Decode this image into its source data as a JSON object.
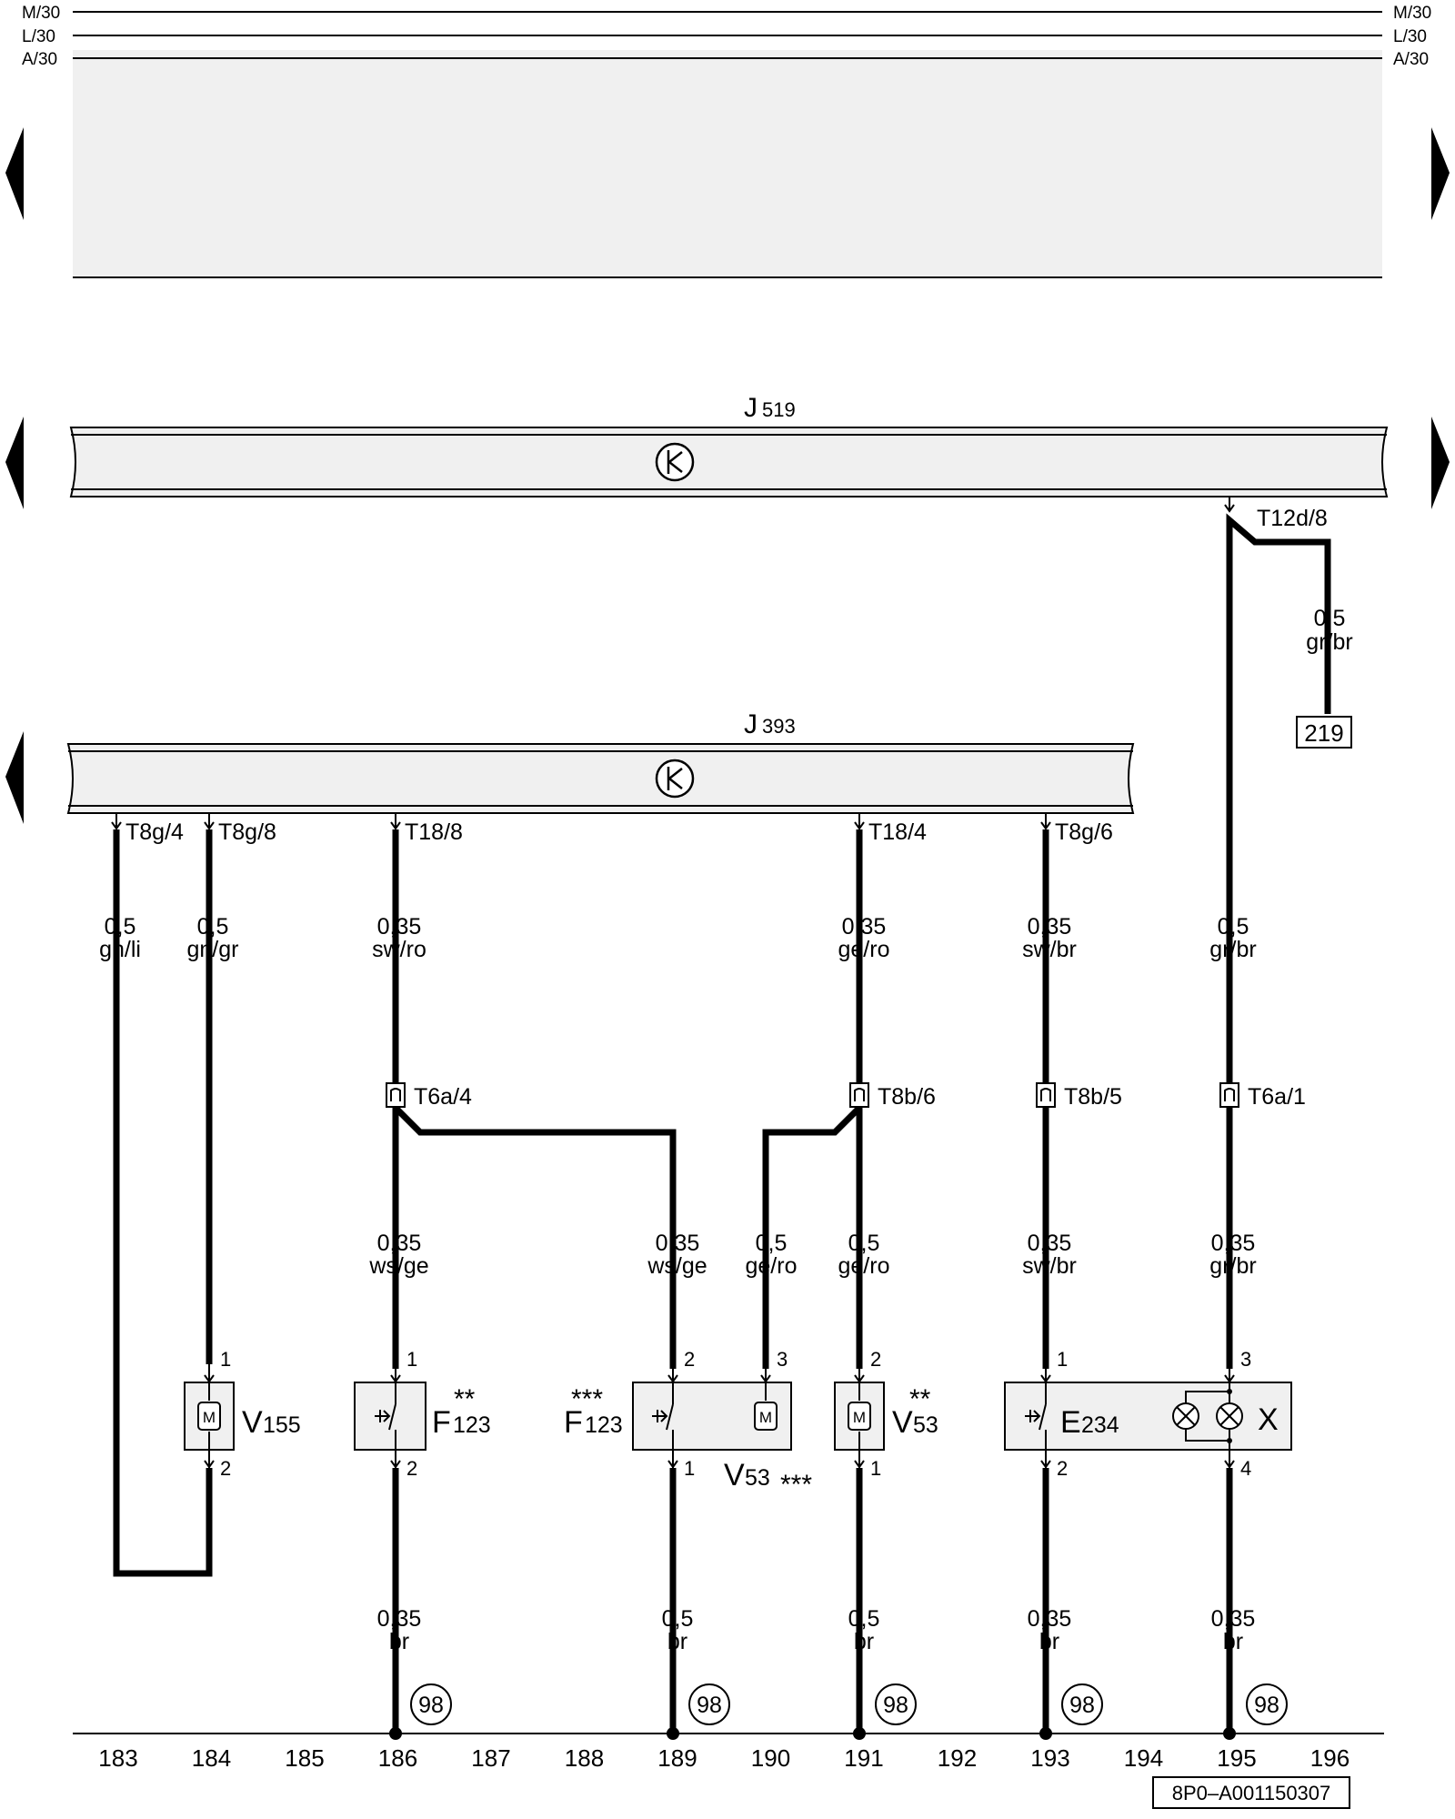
{
  "rails": [
    {
      "name": "M/30"
    },
    {
      "name": "L/30"
    },
    {
      "name": "A/30"
    }
  ],
  "modules": {
    "j519": {
      "letter": "J",
      "number": "519"
    },
    "j393": {
      "letter": "J",
      "number": "393"
    }
  },
  "connectors": {
    "t12d_8": "T12d/8",
    "t8g_4": "T8g/4",
    "t8g_8": "T8g/8",
    "t18_8": "T18/8",
    "t18_4": "T18/4",
    "t8g_6": "T8g/6",
    "t6a_4": "T6a/4",
    "t8b_6": "T8b/6",
    "t8b_5": "T8b/5",
    "t6a_1": "T6a/1"
  },
  "wires": {
    "w219": {
      "size": "0,5",
      "color": "gr/br"
    },
    "w183": {
      "size": "0,5",
      "color": "gn/li"
    },
    "w184": {
      "size": "0,5",
      "color": "gn/gr"
    },
    "w186a": {
      "size": "0,35",
      "color": "sw/ro"
    },
    "w191a": {
      "size": "0,35",
      "color": "ge/ro"
    },
    "w193a": {
      "size": "0,35",
      "color": "sw/br"
    },
    "w195a": {
      "size": "0,5",
      "color": "gr/br"
    },
    "w186b": {
      "size": "0,35",
      "color": "ws/ge"
    },
    "w189b": {
      "size": "0,35",
      "color": "ws/ge"
    },
    "w190b": {
      "size": "0,5",
      "color": "ge/ro"
    },
    "w191b": {
      "size": "0,5",
      "color": "ge/ro"
    },
    "w193b": {
      "size": "0,35",
      "color": "sw/br"
    },
    "w195b": {
      "size": "0,35",
      "color": "gr/br"
    },
    "w186c": {
      "size": "0,35",
      "color": "br"
    },
    "w189c": {
      "size": "0,5",
      "color": "br"
    },
    "w191c": {
      "size": "0,5",
      "color": "br"
    },
    "w193c": {
      "size": "0,35",
      "color": "br"
    },
    "w195c": {
      "size": "0,35",
      "color": "br"
    }
  },
  "components": {
    "v155": {
      "letter": "V",
      "number": "155"
    },
    "f123_a": {
      "letter": "F",
      "number": "123",
      "stars": "**"
    },
    "f123_b": {
      "letter": "F",
      "number": "123",
      "stars": "***"
    },
    "v53_b": {
      "letter": "V",
      "number": "53",
      "stars": "***"
    },
    "v53_a": {
      "letter": "V",
      "number": "53",
      "stars": "**"
    },
    "e234": {
      "letter": "E",
      "number": "234"
    },
    "x": {
      "letter": "X"
    },
    "motor_glyph": "M"
  },
  "pins": {
    "v155_1": "1",
    "v155_2": "2",
    "f123a_1": "1",
    "f123a_2": "2",
    "comb_2": "2",
    "comb_3": "3",
    "comb_1": "1",
    "v53a_2": "2",
    "v53a_1": "1",
    "e234_1": "1",
    "e234_2": "2",
    "e234_3": "3",
    "e234_4": "4"
  },
  "reference_box": "219",
  "ground": "98",
  "columns": [
    "183",
    "184",
    "185",
    "186",
    "187",
    "188",
    "189",
    "190",
    "191",
    "192",
    "193",
    "194",
    "195",
    "196"
  ],
  "doc_id": "8P0–A001150307",
  "icons": [
    "nav-left-arrow-icon",
    "nav-right-arrow-icon",
    "can-bus-k-icon",
    "motor-icon",
    "switch-icon",
    "lamp-icon",
    "ground-icon"
  ]
}
